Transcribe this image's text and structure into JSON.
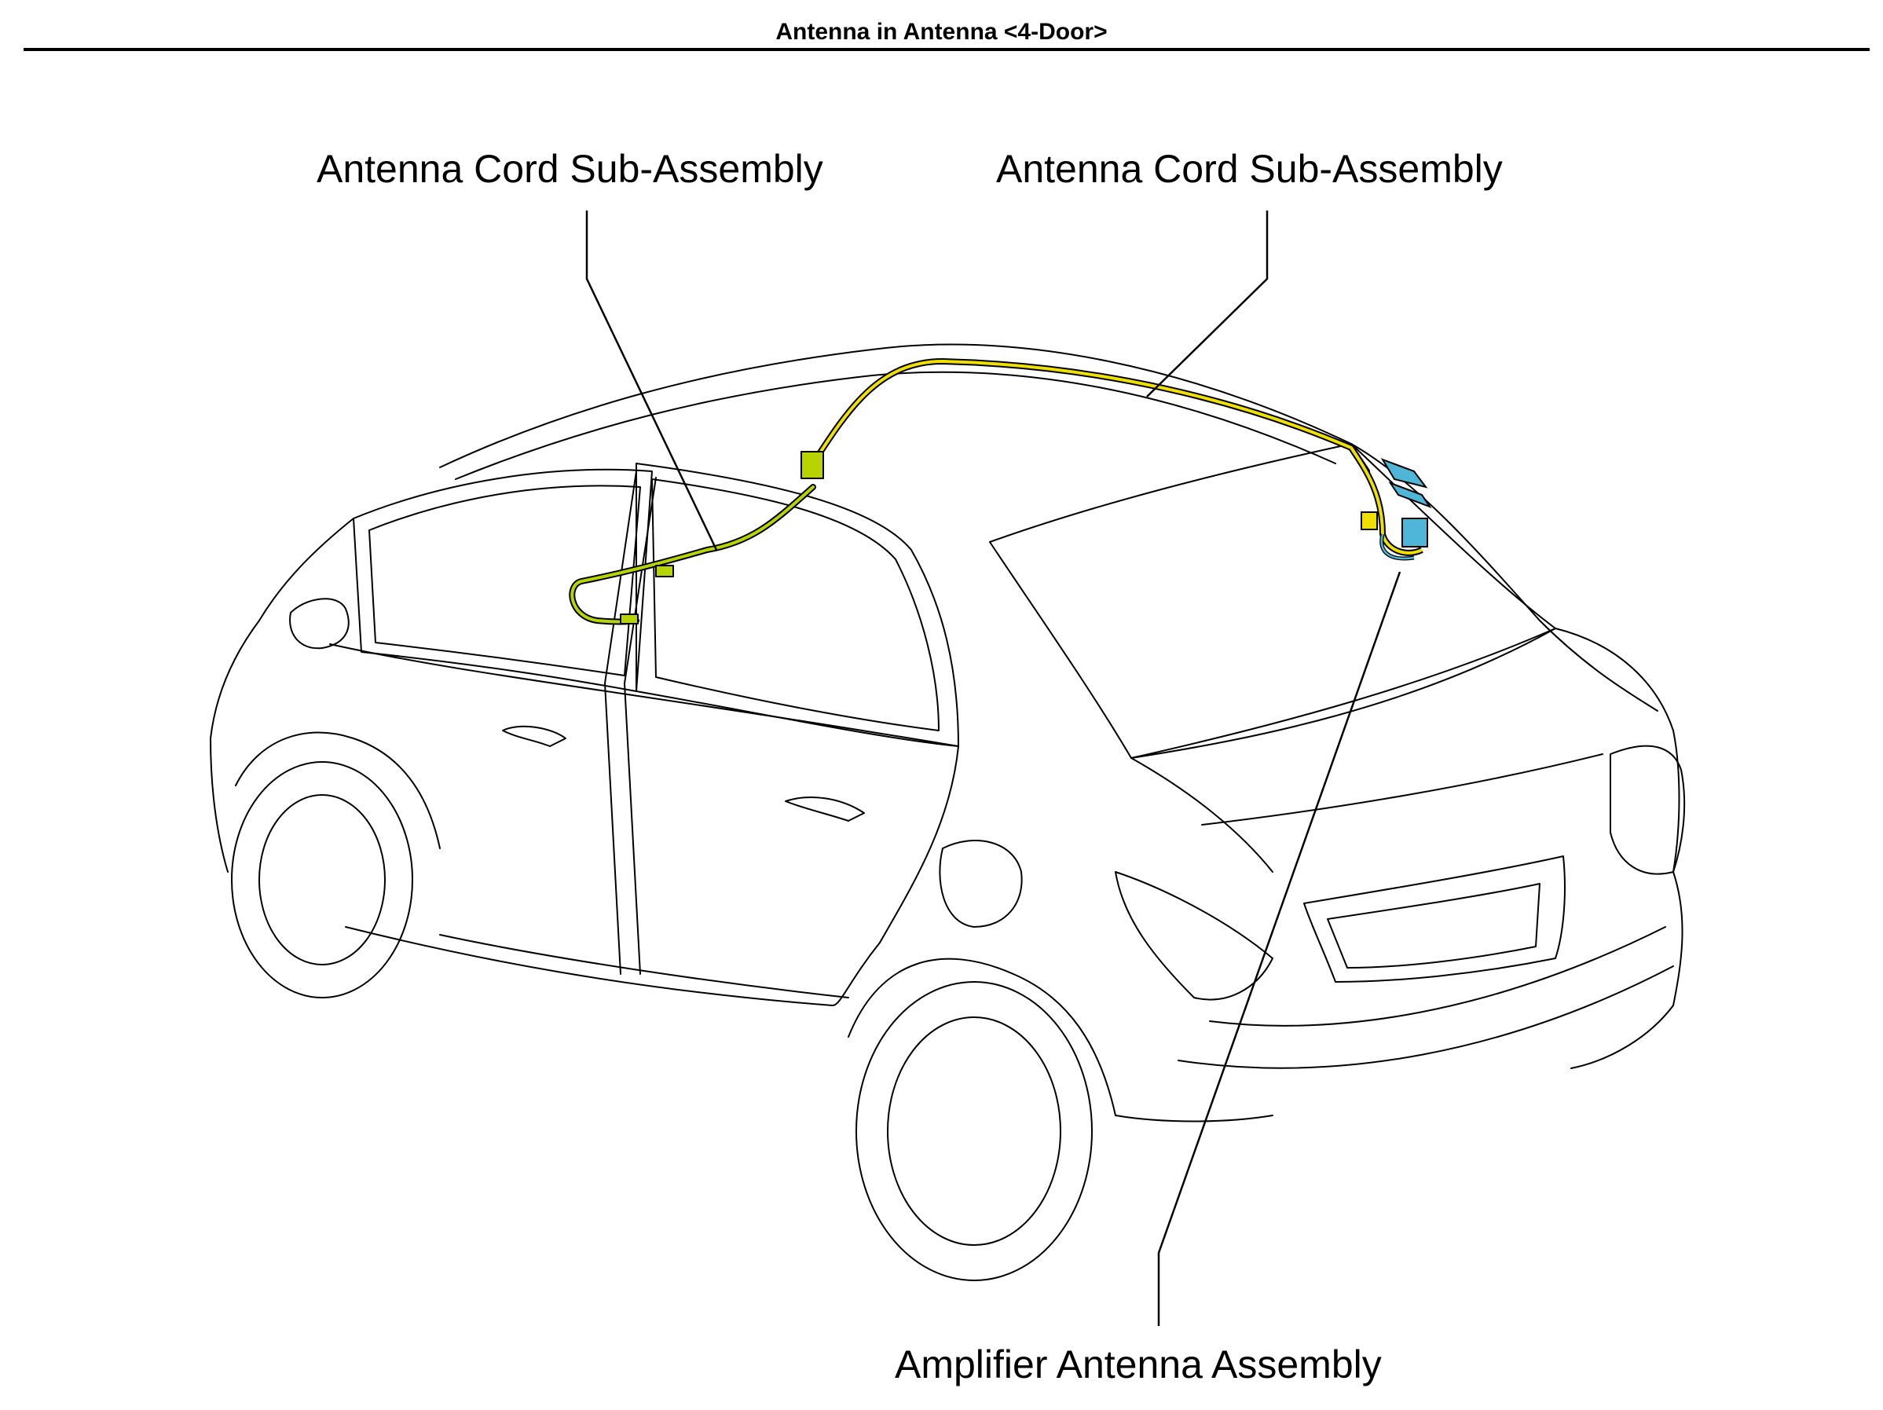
{
  "header": {
    "title": "Antenna in Antenna <4-Door>"
  },
  "diagram": {
    "subject": "4-door sedan, rear three-quarter view, outline drawing",
    "callouts": [
      {
        "id": "cord-front",
        "label": "Antenna Cord Sub-Assembly",
        "highlight": "#d8e000"
      },
      {
        "id": "cord-roof",
        "label": "Antenna Cord Sub-Assembly",
        "highlight": "#f0e000"
      },
      {
        "id": "amplifier",
        "label": "Amplifier Antenna Assembly",
        "highlight": "#4fb6d8"
      }
    ],
    "colors": {
      "outline": "#000000",
      "cord_yellow": "#f0e000",
      "cord_green": "#b8d400",
      "amplifier_blue": "#4fb6d8",
      "background": "#ffffff"
    }
  }
}
